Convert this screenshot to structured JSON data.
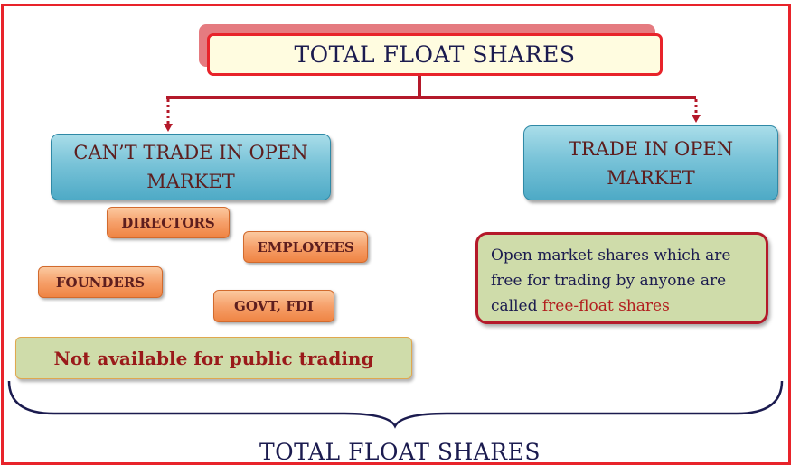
{
  "title_top": "TOTAL FLOAT SHARES",
  "left_branch": {
    "label_line1": "CAN’T TRADE IN OPEN",
    "label_line2": "MARKET",
    "items": [
      "DIRECTORS",
      "EMPLOYEES",
      "FOUNDERS",
      "GOVT, FDI"
    ],
    "note": "Not available for public trading"
  },
  "right_branch": {
    "label_line1": "TRADE IN OPEN",
    "label_line2": "MARKET",
    "note_prefix": "Open market shares which are free for trading by anyone are called",
    "note_highlight": "free-float shares"
  },
  "title_bottom": "TOTAL FLOAT SHARES",
  "colors": {
    "frame": "#e8232a",
    "title_text": "#1b1b4f",
    "blue_box": "#79c3d8",
    "orange_box": "#f6a06a",
    "green_box": "#cfdcaa",
    "dark_red_text": "#9a1a1a"
  }
}
